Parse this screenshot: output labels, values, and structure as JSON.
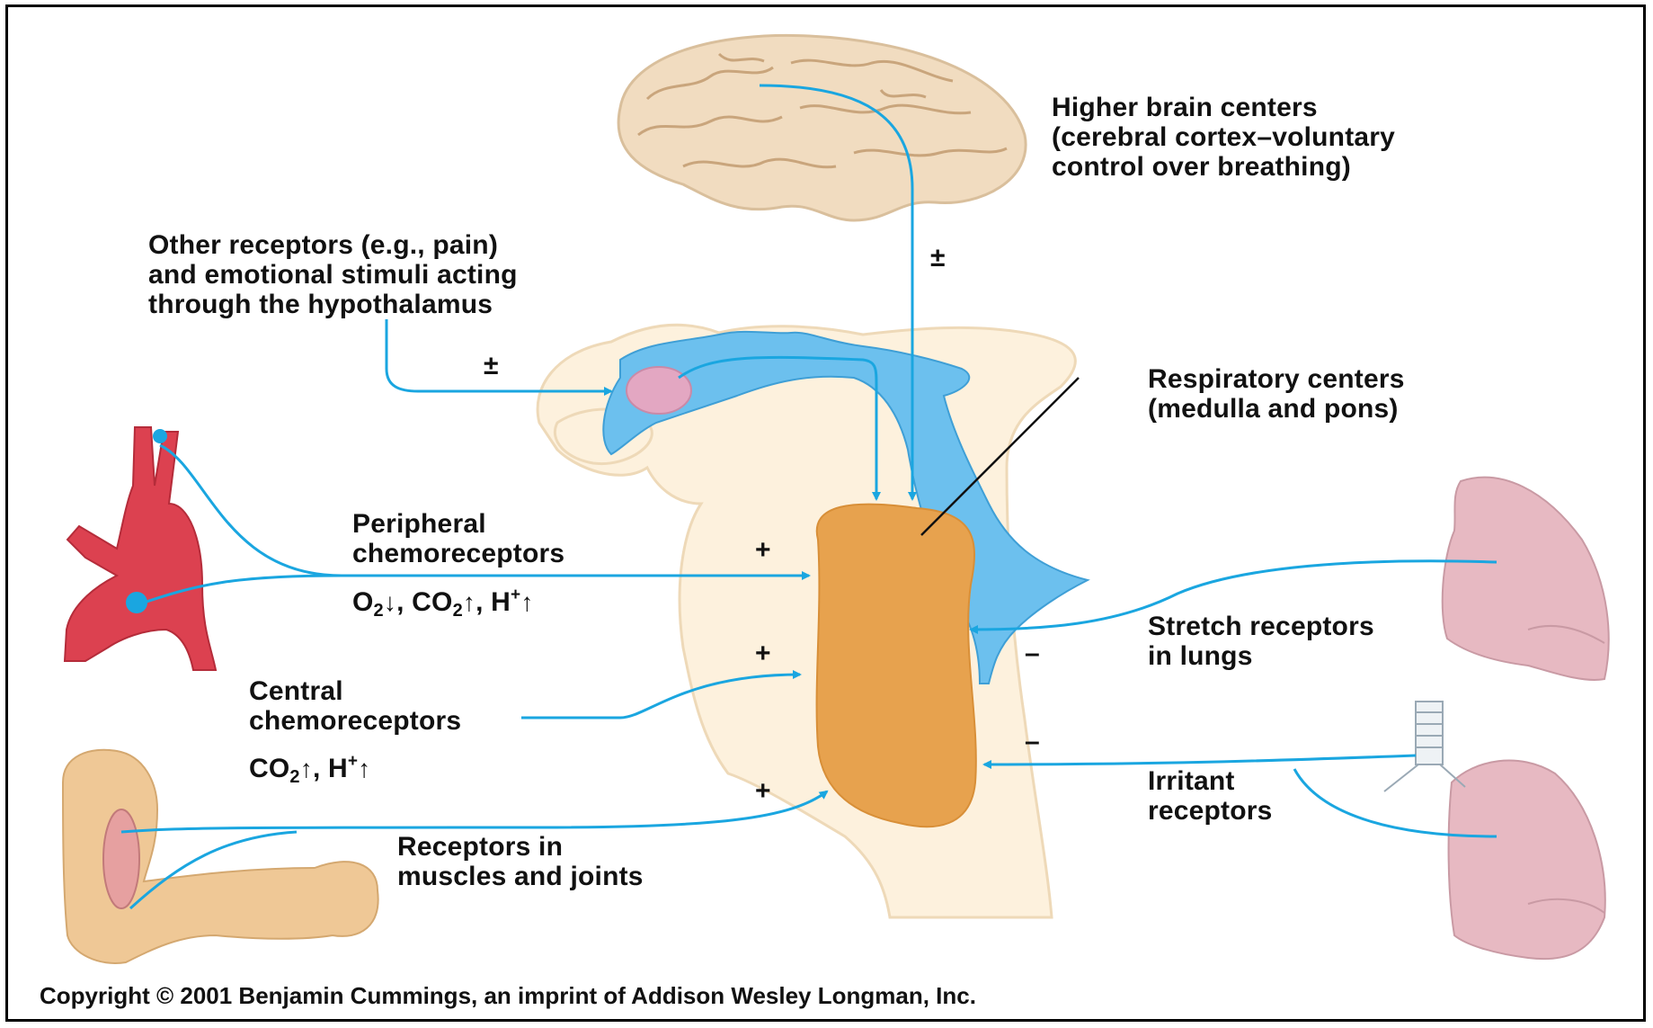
{
  "labels": {
    "higher_brain": [
      "Higher brain centers",
      "(cerebral cortex–voluntary",
      "control over breathing)"
    ],
    "other_receptors": [
      "Other receptors (e.g., pain)",
      "and emotional stimuli acting",
      "through the hypothalamus"
    ],
    "respiratory_centers": [
      "Respiratory centers",
      "(medulla and pons)"
    ],
    "peripheral": [
      "Peripheral",
      "chemoreceptors"
    ],
    "peripheral_stimuli": {
      "o2": "O",
      "o2_sub": "2",
      "o2_arrow": "↓",
      "co2": ", CO",
      "co2_sub": "2",
      "co2_arrow": "↑",
      "h": ", H",
      "h_sup": "+",
      "h_arrow": "↑"
    },
    "central": [
      "Central",
      "chemoreceptors"
    ],
    "central_stimuli": {
      "co2": "CO",
      "co2_sub": "2",
      "co2_arrow": "↑",
      "h": ", H",
      "h_sup": "+",
      "h_arrow": "↑"
    },
    "stretch": [
      "Stretch receptors",
      "in lungs"
    ],
    "irritant": [
      "Irritant",
      "receptors"
    ],
    "muscles": [
      "Receptors in",
      "muscles and joints"
    ]
  },
  "signs": {
    "brain": "±",
    "hypothalamus": "±",
    "peripheral": "+",
    "central": "+",
    "muscles": "+",
    "stretch": "–",
    "irritant": "–"
  },
  "copyright": "Copyright © 2001 Benjamin Cummings, an imprint of Addison Wesley Longman, Inc.",
  "colors": {
    "arrow": "#1aa6e0",
    "respiratory_center": "#e7a24e",
    "brainstem": "#fdf1dd",
    "ventricle": "#6cc0ee",
    "brain": "#f1dcc0",
    "artery": "#dc4150",
    "lung": "#e7b9c2",
    "arm": "#efc896"
  }
}
